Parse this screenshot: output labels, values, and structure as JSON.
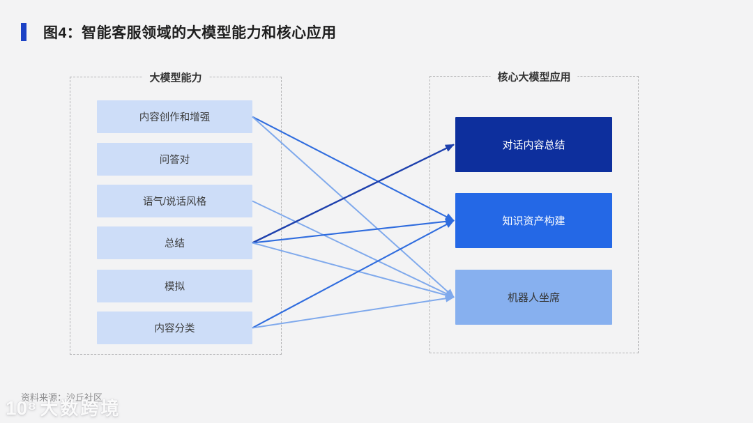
{
  "page": {
    "title": "图4：智能客服领域的大模型能力和核心应用",
    "source_note": "资料来源：沙丘社区",
    "watermark": {
      "icon": "10⁸",
      "text": "大数跨境"
    }
  },
  "colors": {
    "background": "#f3f3f4",
    "accent_bar": "#1b41c5",
    "capability_box": "#cdddf8",
    "apps": [
      {
        "bg": "#0d2f9d",
        "fg": "#ffffff"
      },
      {
        "bg": "#2468e6",
        "fg": "#ffffff"
      },
      {
        "bg": "#87b0ef",
        "fg": "#333333"
      }
    ],
    "edges": {
      "dark": "#1d40ad",
      "medium": "#2f6cde",
      "light": "#7fa9ec"
    }
  },
  "diagram": {
    "left_panel": {
      "title": "大模型能力",
      "items": [
        "内容创作和增强",
        "问答对",
        "语气/说话风格",
        "总结",
        "模拟",
        "内容分类"
      ]
    },
    "right_panel": {
      "title": "核心大模型应用",
      "items": [
        "对话内容总结",
        "知识资产构建",
        "机器人坐席"
      ]
    },
    "edges": [
      {
        "from": 0,
        "to": 1,
        "tone": "medium"
      },
      {
        "from": 0,
        "to": 2,
        "tone": "light"
      },
      {
        "from": 2,
        "to": 2,
        "tone": "light"
      },
      {
        "from": 3,
        "to": 0,
        "tone": "dark"
      },
      {
        "from": 3,
        "to": 1,
        "tone": "medium"
      },
      {
        "from": 3,
        "to": 2,
        "tone": "light"
      },
      {
        "from": 5,
        "to": 1,
        "tone": "medium"
      },
      {
        "from": 5,
        "to": 2,
        "tone": "light"
      }
    ]
  }
}
